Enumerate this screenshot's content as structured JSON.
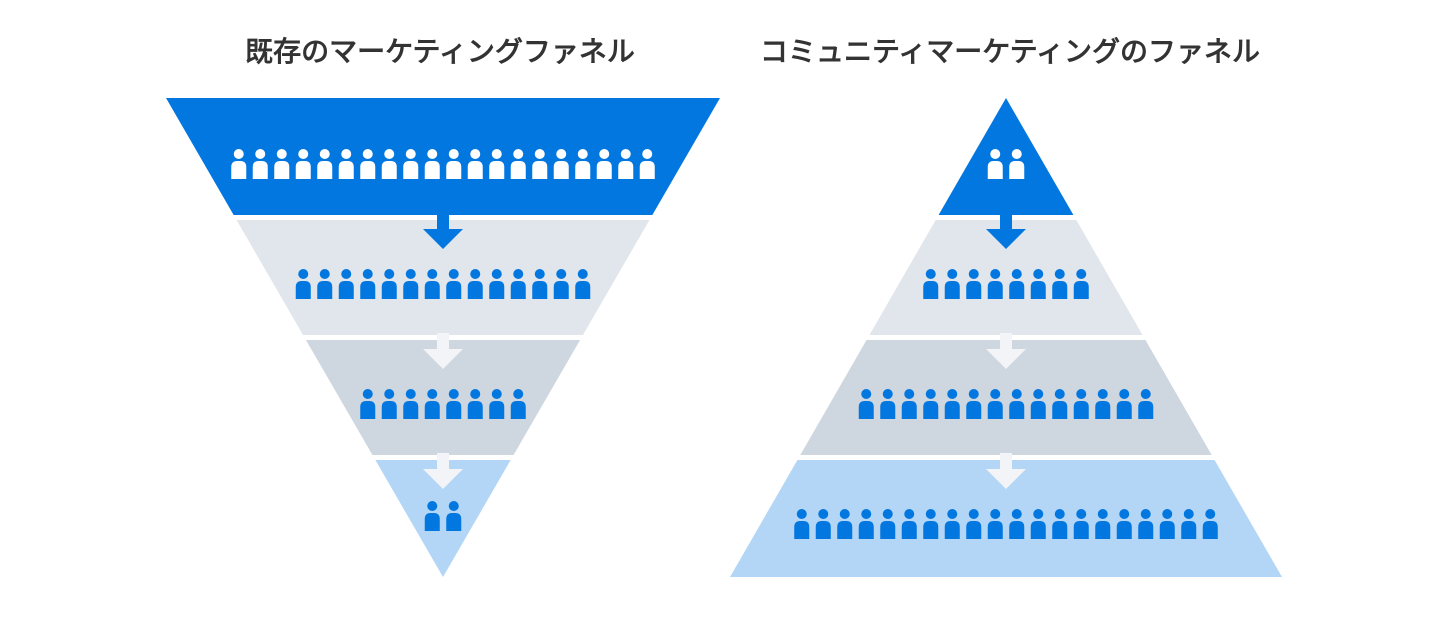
{
  "diagrams": [
    {
      "title": "既存のマーケティングファネル",
      "orientation": "funnel",
      "levels": [
        {
          "people": 20,
          "fill": "#0277e0",
          "person_color": "#ffffff"
        },
        {
          "people": 14,
          "fill": "#e1e5ec",
          "person_color": "#0277e0"
        },
        {
          "people": 8,
          "fill": "#ced6e0",
          "person_color": "#0277e0"
        },
        {
          "people": 2,
          "fill": "#b3d6f6",
          "person_color": "#0277e0"
        }
      ],
      "arrows": [
        "#0277e0",
        "#f2f4f7",
        "#f2f4f7"
      ]
    },
    {
      "title": "コミュニティマーケティングのファネル",
      "orientation": "pyramid",
      "levels": [
        {
          "people": 2,
          "fill": "#0277e0",
          "person_color": "#ffffff"
        },
        {
          "people": 8,
          "fill": "#e1e5ec",
          "person_color": "#0277e0"
        },
        {
          "people": 14,
          "fill": "#ced6e0",
          "person_color": "#0277e0"
        },
        {
          "people": 20,
          "fill": "#b3d6f6",
          "person_color": "#0277e0"
        }
      ],
      "arrows": [
        "#0277e0",
        "#f2f4f7",
        "#f2f4f7"
      ]
    }
  ]
}
